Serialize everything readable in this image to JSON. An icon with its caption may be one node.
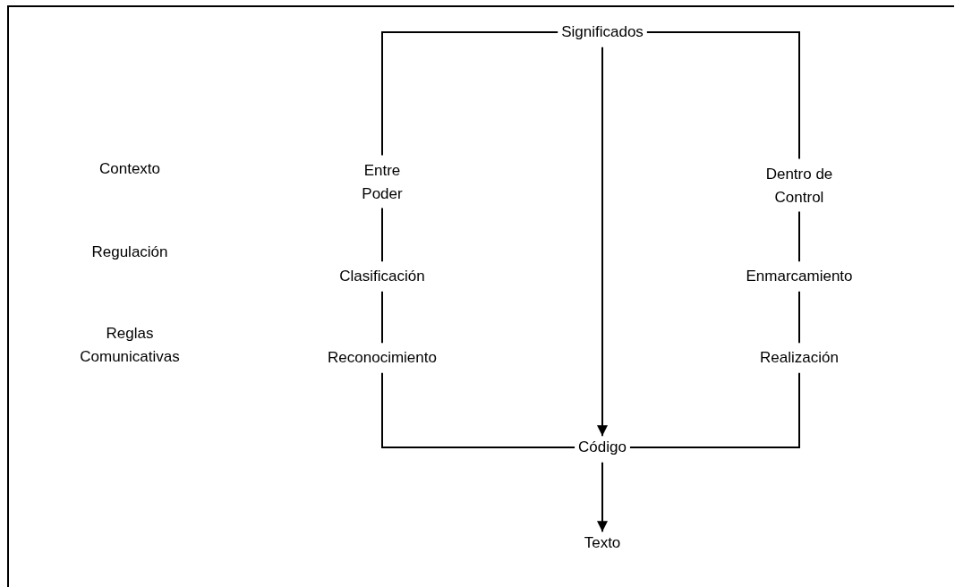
{
  "diagram": {
    "nodes": [
      {
        "text": [
          "Significados"
        ]
      },
      {
        "text": [
          "Entre Poder"
        ]
      },
      {
        "text": [
          "Clasificación"
        ]
      },
      {
        "text": [
          "Reconocimiento"
        ]
      },
      {
        "text": [
          "Código"
        ]
      },
      {
        "text": [
          "Dentro de Control"
        ]
      },
      {
        "text": [
          "Enmarcamiento"
        ]
      },
      {
        "text": [
          "Realización"
        ]
      },
      {
        "text": [
          "Texto"
        ]
      }
    ],
    "edges": [
      {
        "from": 0,
        "to": 4,
        "arrow": "to"
      },
      {
        "from": 4,
        "to": 8,
        "arrow": "to"
      },
      {
        "from": 0,
        "to": 1,
        "arrow": "none"
      },
      {
        "from": 1,
        "to": 2,
        "arrow": "none"
      },
      {
        "from": 2,
        "to": 3,
        "arrow": "none"
      },
      {
        "from": 3,
        "to": 4,
        "arrow": "none"
      },
      {
        "from": 0,
        "to": 5,
        "arrow": "none"
      },
      {
        "from": 5,
        "to": 6,
        "arrow": "none"
      },
      {
        "from": 6,
        "to": 7,
        "arrow": "none"
      },
      {
        "from": 7,
        "to": 4,
        "arrow": "none"
      }
    ],
    "labels": [
      "Contexto",
      "Regulación",
      "Reglas Comunicativas"
    ]
  }
}
